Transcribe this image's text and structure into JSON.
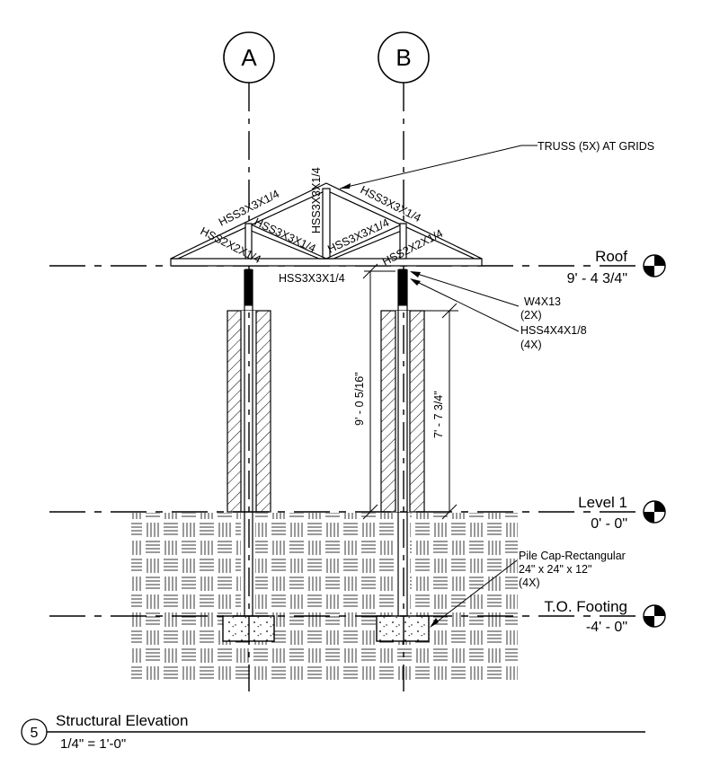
{
  "grids": [
    {
      "label": "A"
    },
    {
      "label": "B"
    }
  ],
  "levels": [
    {
      "name": "Roof",
      "elevation": "9' - 4 3/4\""
    },
    {
      "name": "Level 1",
      "elevation": "0' - 0\""
    },
    {
      "name": "T.O. Footing",
      "elevation": "-4' - 0\""
    }
  ],
  "annotations": {
    "truss": "TRUSS (5X) AT GRIDS",
    "w4x13": "W4X13",
    "w4x13_qty": "(2X)",
    "hss4": "HSS4X4X1/8",
    "hss4_qty": "(4X)",
    "pile_cap": "Pile Cap-Rectangular",
    "pile_cap_size": "24\" x 24\" x 12\"",
    "pile_cap_qty": "(4X)",
    "roof_member": "HSS3X3X1/4"
  },
  "members": {
    "top_chord_left": "HSS3X3X1/4",
    "top_chord_right": "HSS3X3X1/4",
    "king_post": "HSS3X3X1/4",
    "web_left": "HSS3X3X1/4",
    "web_right": "HSS3X3X1/4",
    "end_left": "HSS2X2X1/4",
    "end_right": "HSS2X2X1/4"
  },
  "dimensions": {
    "d1": "9' - 0 5/16\"",
    "d2": "7' - 7 3/4\""
  },
  "view_title": {
    "number": "5",
    "name": "Structural Elevation",
    "scale": "1/4\" = 1'-0\""
  }
}
